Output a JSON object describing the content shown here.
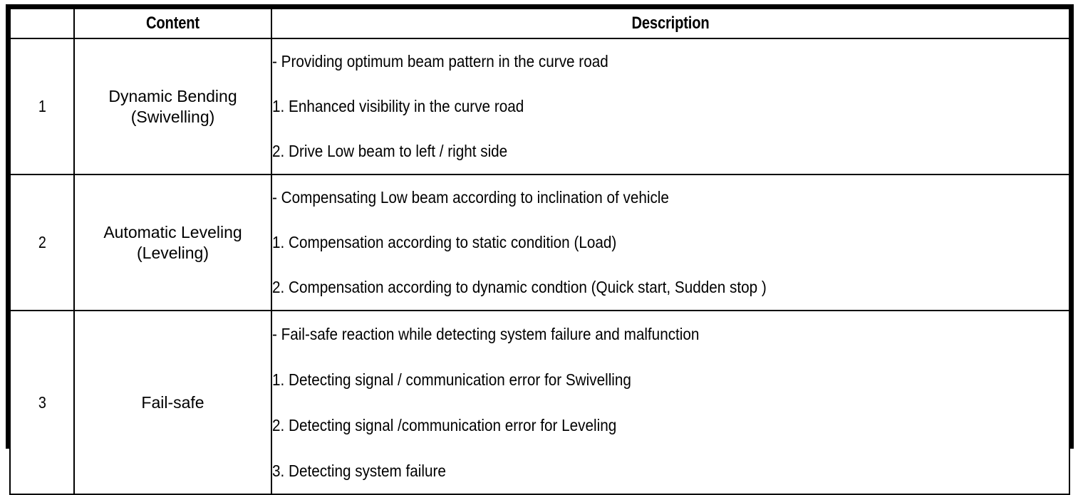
{
  "table": {
    "columns": [
      {
        "key": "index",
        "header": ""
      },
      {
        "key": "content",
        "header": "Content"
      },
      {
        "key": "description",
        "header": "Description"
      }
    ],
    "rows": [
      {
        "index": "1",
        "content_lines": [
          "Dynamic Bending",
          "(Swivelling)"
        ],
        "description_lines": [
          "-  Providing optimum beam pattern in the curve road",
          "1. Enhanced visibility in the curve road",
          "2. Drive Low beam to left / right side"
        ]
      },
      {
        "index": "2",
        "content_lines": [
          "Automatic Leveling",
          "(Leveling)"
        ],
        "description_lines": [
          "-  Compensating Low beam according to inclination of vehicle",
          "1. Compensation according to static condition (Load)",
          "2. Compensation according to dynamic condtion (Quick start, Sudden stop )"
        ]
      },
      {
        "index": "3",
        "content_lines": [
          "Fail-safe"
        ],
        "description_lines": [
          "-  Fail-safe reaction while detecting system failure and malfunction",
          "1. Detecting signal / communication error for Swivelling",
          "2. Detecting signal /communication error for Leveling",
          "3. Detecting system failure"
        ]
      }
    ]
  },
  "colors": {
    "border": "#000000",
    "text": "#000000",
    "background": "#ffffff"
  }
}
